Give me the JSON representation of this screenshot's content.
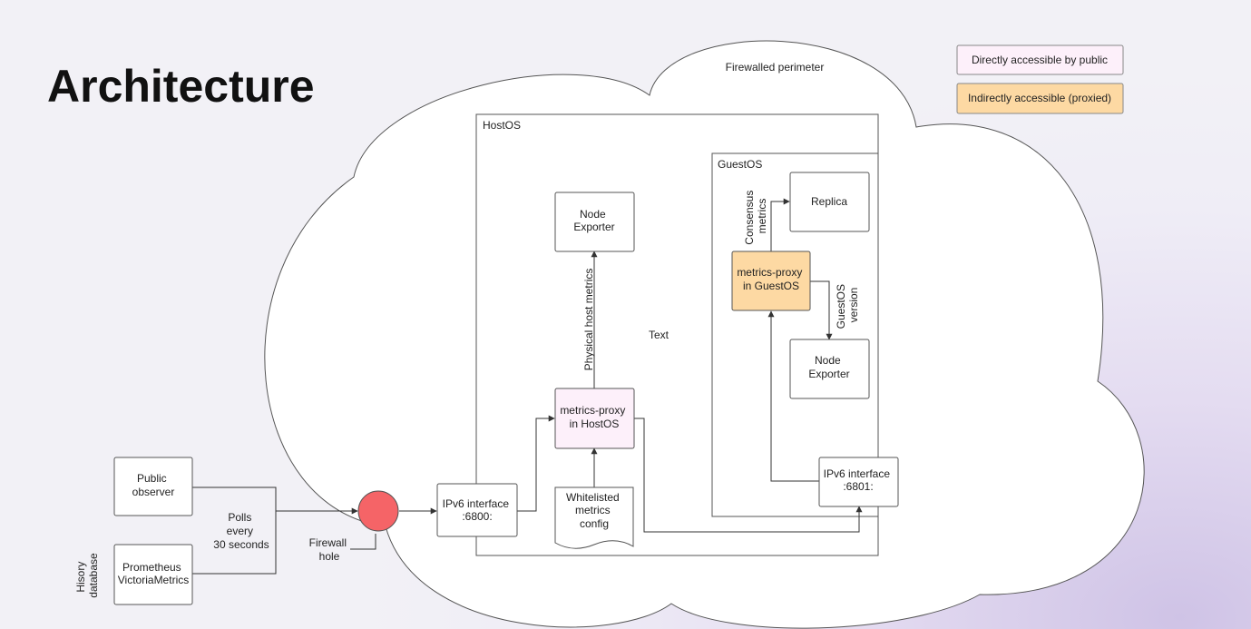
{
  "title": "Architecture",
  "legend": {
    "public": {
      "label": "Directly accessible by public",
      "color": "#fdf0fa"
    },
    "proxied": {
      "label": "Indirectly accessible (proxied)",
      "color": "#fdd9a3"
    }
  },
  "labels": {
    "perimeter": "Firewalled perimeter",
    "hostos": "HostOS",
    "guestos": "GuestOS",
    "text": "Text",
    "polls": [
      "Polls",
      "every",
      "30 seconds"
    ],
    "firewall_hole": [
      "Firewall",
      "hole"
    ],
    "history_db": [
      "Hisory",
      "database"
    ],
    "physical_metrics": "Physical host metrics",
    "consensus_metrics": [
      "Consensus",
      "metrics"
    ],
    "guestos_version": [
      "GuestOS",
      "version"
    ]
  },
  "nodes": {
    "public_observer": [
      "Public",
      "observer"
    ],
    "prometheus": [
      "Prometheus",
      "VictoriaMetrics"
    ],
    "ipv6_6800": [
      "IPv6 interface",
      ":6800:"
    ],
    "whitelist": [
      "Whitelisted",
      "metrics",
      "config"
    ],
    "host_proxy": [
      "metrics-proxy",
      "in HostOS"
    ],
    "host_node_exporter": [
      "Node",
      "Exporter"
    ],
    "guest_proxy": [
      "metrics-proxy",
      "in GuestOS"
    ],
    "replica": [
      "Replica"
    ],
    "guest_node_exporter": [
      "Node",
      "Exporter"
    ],
    "ipv6_6801": [
      "IPv6 interface",
      ":6801:"
    ]
  },
  "colors": {
    "firewall_hole": "#f56467",
    "public_fill": "#fdf0fa",
    "proxied_fill": "#fdd9a3"
  }
}
